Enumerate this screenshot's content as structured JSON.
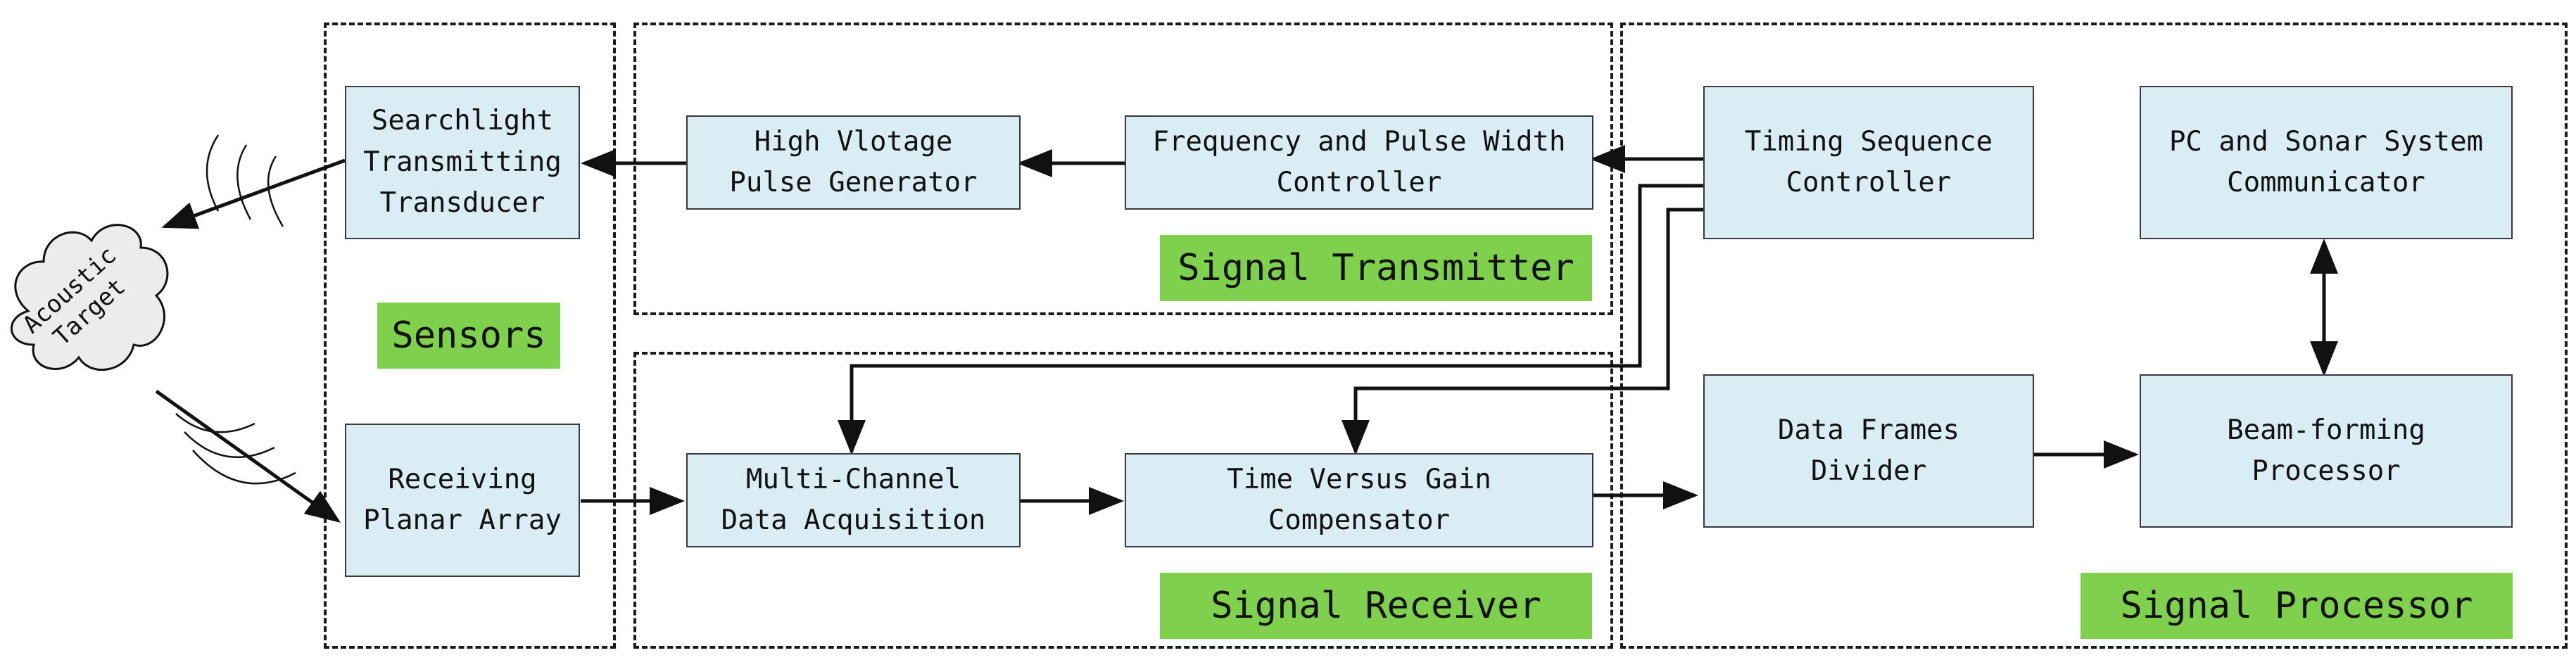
{
  "regions": {
    "sensors": "Sensors",
    "transmitter": "Signal Transmitter",
    "receiver": "Signal Receiver",
    "processor": "Signal Processor"
  },
  "blocks": {
    "searchlight_transducer": "Searchlight\nTransmitting\nTransducer",
    "receiving_array": "Receiving\nPlanar Array",
    "hv_pulse_generator": "High Vlotage\nPulse Generator",
    "freq_pw_controller": "Frequency and Pulse Width\nController",
    "multichannel_daq": "Multi-Channel\nData Acquisition",
    "tvg_compensator": "Time Versus Gain\nCompensator",
    "timing_controller": "Timing Sequence\nController",
    "pc_communicator": "PC and Sonar System\nCommunicator",
    "frames_divider": "Data Frames\nDivider",
    "beamforming_processor": "Beam-forming\nProcessor"
  },
  "target": "Acoustic\nTarget",
  "colors": {
    "block_fill": "#daedf4",
    "tag_fill": "#7ed04d",
    "line": "#111111"
  }
}
